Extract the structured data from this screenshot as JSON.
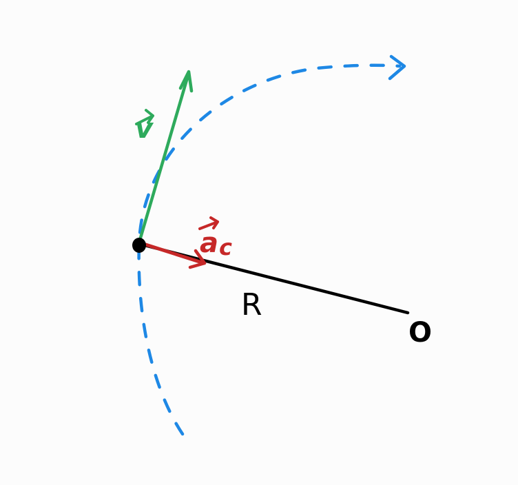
{
  "diagram": {
    "labels": {
      "velocity_symbol": "v",
      "accel_symbol": "a",
      "accel_subscript": "c",
      "radius": "R",
      "center": "O"
    },
    "colors": {
      "background": "#fcfcfc",
      "path": "#1e88e5",
      "velocity": "#2eaa5c",
      "acceleration": "#c62828",
      "radius": "#000000",
      "point": "#000000"
    }
  }
}
